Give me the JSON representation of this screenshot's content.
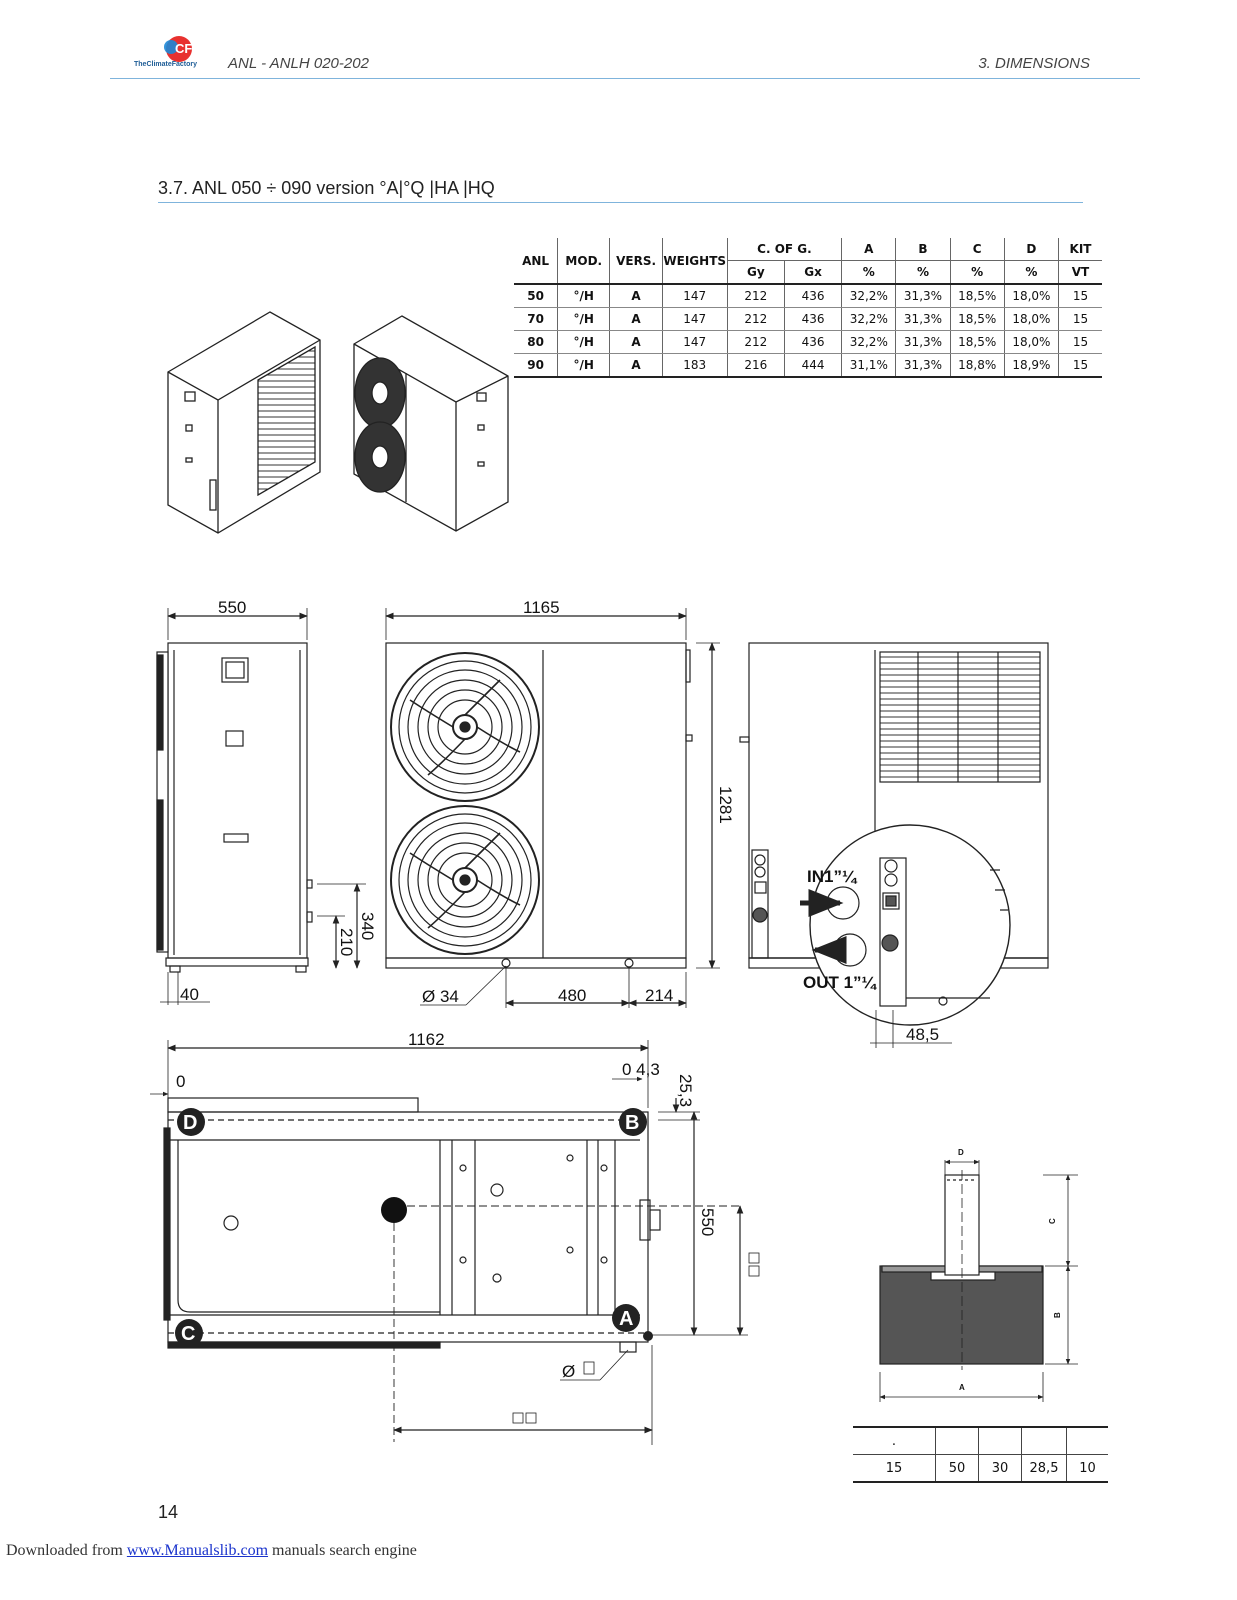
{
  "header": {
    "logo_text": "TheClimateFactory",
    "doc_title": "ANL - ANLH 020-202",
    "section": "3. DIMENSIONS"
  },
  "section_title": "3.7. ANL 050 ÷ 090 version °A|°Q |HA |HQ",
  "spec_table": {
    "header_row1": [
      "ANL",
      "MOD.",
      "VERS.",
      "WEIGHTS",
      "C. OF G.",
      "A",
      "B",
      "C",
      "D",
      "KIT"
    ],
    "header_row2": [
      "Gy",
      "Gx",
      "%",
      "%",
      "%",
      "%",
      "VT"
    ],
    "rows": [
      [
        "50",
        "°/H",
        "A",
        "147",
        "212",
        "436",
        "32,2%",
        "31,3%",
        "18,5%",
        "18,0%",
        "15"
      ],
      [
        "70",
        "°/H",
        "A",
        "147",
        "212",
        "436",
        "32,2%",
        "31,3%",
        "18,5%",
        "18,0%",
        "15"
      ],
      [
        "80",
        "°/H",
        "A",
        "147",
        "212",
        "436",
        "32,2%",
        "31,3%",
        "18,5%",
        "18,0%",
        "15"
      ],
      [
        "90",
        "°/H",
        "A",
        "183",
        "216",
        "444",
        "31,1%",
        "31,3%",
        "18,8%",
        "18,9%",
        "15"
      ]
    ]
  },
  "dimensions": {
    "d550_top": "550",
    "d1165": "1165",
    "d1281": "1281",
    "d340": "340",
    "d210": "210",
    "d40": "40",
    "d34": "Ø 34",
    "d480": "480",
    "d214": "214",
    "d48_5": "48,5",
    "in_label": "IN1”¼",
    "out_label": "OUT 1”¼",
    "d1162": "1162",
    "d0": "0",
    "d0_4_3": "0 4,3",
    "d25_3": "25,3",
    "d550_side": "550",
    "d_diam_small": "Ø"
  },
  "markers": {
    "A": "A",
    "B": "B",
    "C": "C",
    "D": "D"
  },
  "damper_labels": {
    "D": "D",
    "C": "C",
    "B": "B",
    "A": "A"
  },
  "foot_table": {
    "header": [
      ".",
      "",
      "",
      "",
      ""
    ],
    "row": [
      "15",
      "50",
      "30",
      "28,5",
      "10"
    ]
  },
  "page_number": "14",
  "footer": {
    "prefix": "Downloaded from ",
    "link": "www.Manualslib.com",
    "suffix": "  manuals search engine"
  }
}
